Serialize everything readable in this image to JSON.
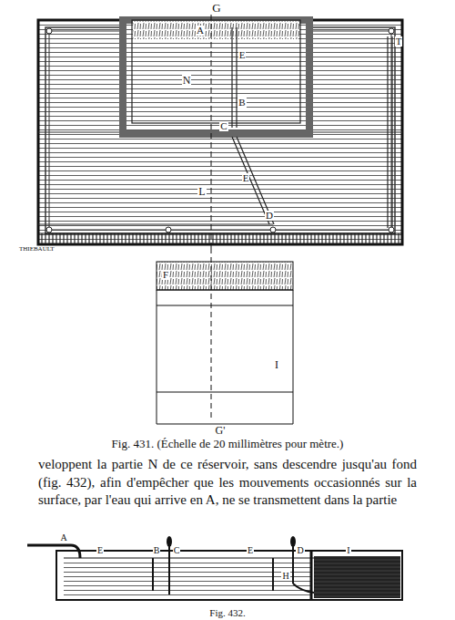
{
  "diagram": {
    "caption": "Fig. 431. (Échelle de 20 millimètres pour mètre.)",
    "labels": [
      "G",
      "A",
      "E",
      "N",
      "B",
      "C",
      "E",
      "L",
      "D",
      "T",
      "THIEBAULT",
      "F",
      "I",
      "G'",
      "veloppent la partie N de ce réservoir, sans descendre jusqu'au fond (fig. 432), afin d'empêcher que les mouvements occasionnés sur la surface, par l'eau qui arrive en A, ne se transmettent dans la partie",
      "A",
      "E",
      "B",
      "C",
      "E",
      "D",
      "H",
      "I",
      "Fig. 432."
    ]
  }
}
